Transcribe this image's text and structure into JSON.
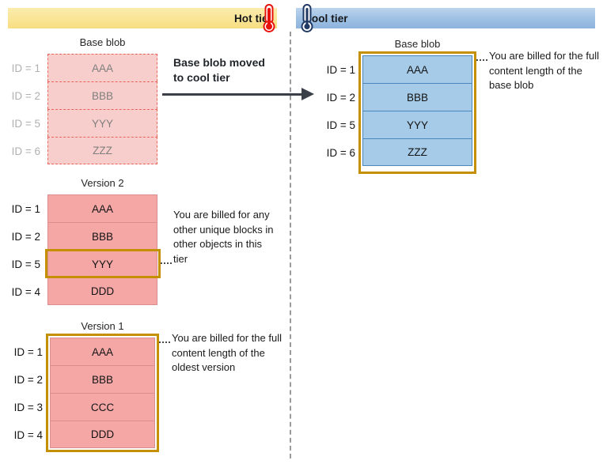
{
  "tiers": {
    "hot": {
      "label": "Hot tier",
      "band_color": "#f9e596",
      "icon": "thermometer-hot-icon"
    },
    "cool": {
      "label": "Cool tier",
      "band_color": "#9dbfe3",
      "icon": "thermometer-cool-icon"
    }
  },
  "transition": {
    "label_line1": "Base blob moved",
    "label_line2": "to cool tier",
    "arrow": "right-arrow-icon"
  },
  "hot_base_blob": {
    "title": "Base blob",
    "state": "moved-away",
    "fill": "#f8cecc",
    "border": "#e8655d",
    "rows": [
      {
        "id_label": "ID = 1",
        "block": "AAA"
      },
      {
        "id_label": "ID = 2",
        "block": "BBB"
      },
      {
        "id_label": "ID = 5",
        "block": "YYY"
      },
      {
        "id_label": "ID = 6",
        "block": "ZZZ"
      }
    ]
  },
  "version2": {
    "title": "Version 2",
    "fill": "#f5a7a6",
    "border": "#d98f8e",
    "highlight_color": "#c49000",
    "highlighted_row_index": 2,
    "rows": [
      {
        "id_label": "ID = 1",
        "block": "AAA"
      },
      {
        "id_label": "ID = 2",
        "block": "BBB"
      },
      {
        "id_label": "ID = 5",
        "block": "YYY"
      },
      {
        "id_label": "ID = 4",
        "block": "DDD"
      }
    ],
    "note": "You are billed for any other unique blocks in other objects in this tier"
  },
  "version1": {
    "title": "Version 1",
    "fill": "#f5a7a6",
    "border": "#d98f8e",
    "highlight_color": "#c49000",
    "rows": [
      {
        "id_label": "ID = 1",
        "block": "AAA"
      },
      {
        "id_label": "ID = 2",
        "block": "BBB"
      },
      {
        "id_label": "ID = 3",
        "block": "CCC"
      },
      {
        "id_label": "ID = 4",
        "block": "DDD"
      }
    ],
    "note": "You are billed for the full content length of the oldest version"
  },
  "cool_base_blob": {
    "title": "Base blob",
    "fill": "#a5cbe8",
    "border": "#4a87bd",
    "highlight_color": "#c49000",
    "rows": [
      {
        "id_label": "ID = 1",
        "block": "AAA"
      },
      {
        "id_label": "ID = 2",
        "block": "BBB"
      },
      {
        "id_label": "ID = 5",
        "block": "YYY"
      },
      {
        "id_label": "ID = 6",
        "block": "ZZZ"
      }
    ],
    "note": "You are billed for the full content length of the base blob"
  }
}
